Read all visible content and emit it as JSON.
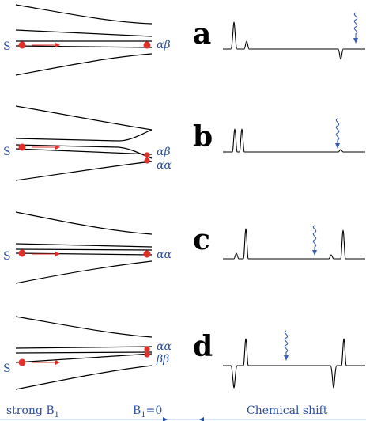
{
  "panels": [
    {
      "letter": "a",
      "level_labels": [
        "αβ"
      ]
    },
    {
      "letter": "b",
      "level_labels": [
        "αβ",
        "αα"
      ]
    },
    {
      "letter": "c",
      "level_labels": [
        "αα"
      ]
    },
    {
      "letter": "d",
      "level_labels": [
        "αα",
        "ββ"
      ]
    }
  ],
  "state_label": "S",
  "bottom": {
    "left_label": "strong B",
    "left_label_sub": "1",
    "mid_label": "B",
    "mid_label_sub": "1",
    "mid_label_tail": "=0",
    "right_label": "Chemical shift"
  },
  "colors": {
    "curve": "#000000",
    "dot": "#e0302a",
    "arrow": "#e0302a",
    "label": "#2a4fa0",
    "wavy": "#3a5fb0",
    "baseline_bottom": "#c8dcf0"
  }
}
